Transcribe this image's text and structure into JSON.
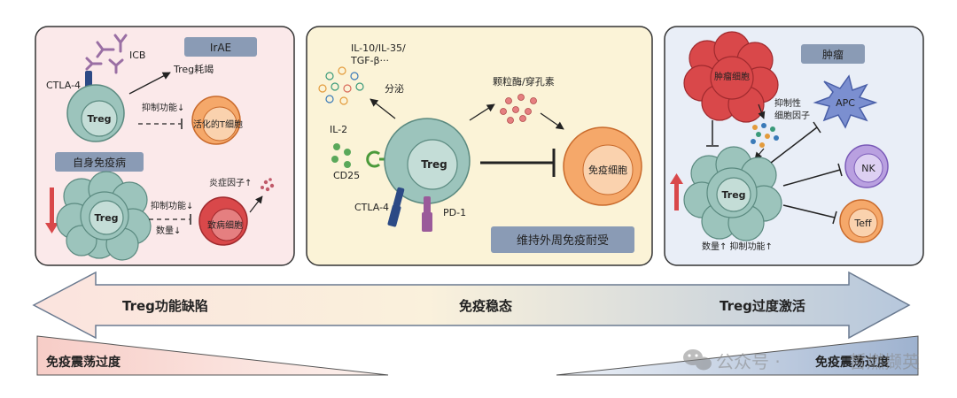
{
  "left_panel": {
    "irae_badge": "IrAE",
    "autoimmune_badge": "自身免疫病",
    "icb": "ICB",
    "ctla4": "CTLA-4",
    "treg_top": "Treg",
    "treg_exhaust": "Treg耗竭",
    "suppress_down_top": "抑制功能↓",
    "activated_t": "活化的T细胞",
    "treg_cluster": "Treg",
    "inflam_factor": "炎症因子↑",
    "suppress_down_bottom": "抑制功能↓",
    "number_down": "数量↓",
    "pathogenic_cell": "致病细胞"
  },
  "middle_panel": {
    "cytokines_line1": "IL-10/IL-35/",
    "cytokines_line2": "TGF-β···",
    "secrete": "分泌",
    "granzyme": "颗粒酶/穿孔素",
    "il2": "IL-2",
    "cd25": "CD25",
    "treg": "Treg",
    "ctla4": "CTLA-4",
    "pd1": "PD-1",
    "immune_cell": "免疫细胞",
    "maintain_badge": "维持外周免疫耐受"
  },
  "right_panel": {
    "tumor_badge": "肿瘤",
    "tumor_cell": "肿瘤细胞",
    "suppressive_line1": "抑制性",
    "suppressive_line2": "细胞因子",
    "apc": "APC",
    "nk": "NK",
    "teff": "Teff",
    "treg": "Treg",
    "caption": "数量↑ 抑制功能↑"
  },
  "arrow_band": {
    "left": "Treg功能缺陷",
    "center": "免疫稳态",
    "right": "Treg过度激活"
  },
  "bottom": {
    "left": "免疫震荡过度",
    "right": "免疫震荡过度",
    "watermark_prefix": "公众号 ·",
    "watermark_name": "哲燃撷英"
  },
  "colors": {
    "left_bg": "#fbe9ea",
    "middle_bg": "#fbf3d7",
    "right_bg": "#e9eef7",
    "treg": "#9cc4bc",
    "treg_inner": "#c4ddd7",
    "orange": "#f5a86a",
    "red": "#d9484a",
    "badge": "#8a9bb5",
    "apc": "#7b8fd0",
    "nk": "#b9a0e0"
  }
}
